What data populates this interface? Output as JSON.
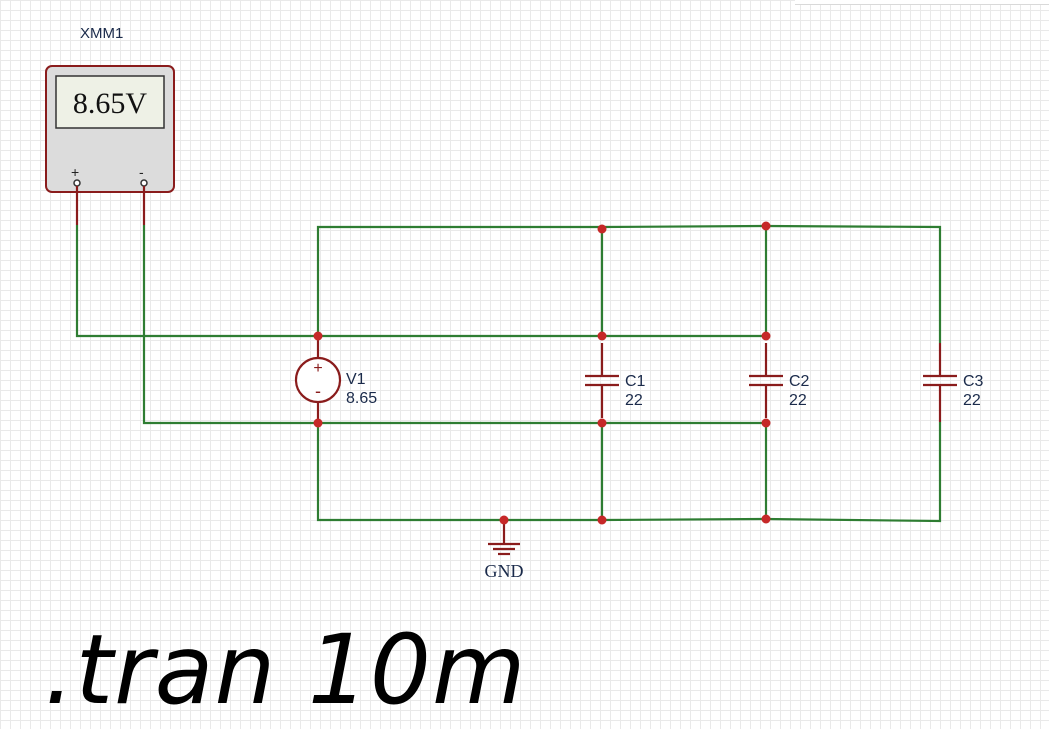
{
  "multimeter": {
    "name": "XMM1",
    "reading": "8.65V",
    "positive_terminal": "+",
    "negative_terminal": "-"
  },
  "source": {
    "name": "V1",
    "value": "8.65"
  },
  "capacitors": [
    {
      "name": "C1",
      "value": "22"
    },
    {
      "name": "C2",
      "value": "22"
    },
    {
      "name": "C3",
      "value": "22"
    }
  ],
  "ground": {
    "label": "GND"
  },
  "directive": ".tran 10m",
  "colors": {
    "wire": "#2e7d32",
    "component": "#8a1c1c",
    "node": "#c62828",
    "label": "#1a2a4a"
  }
}
